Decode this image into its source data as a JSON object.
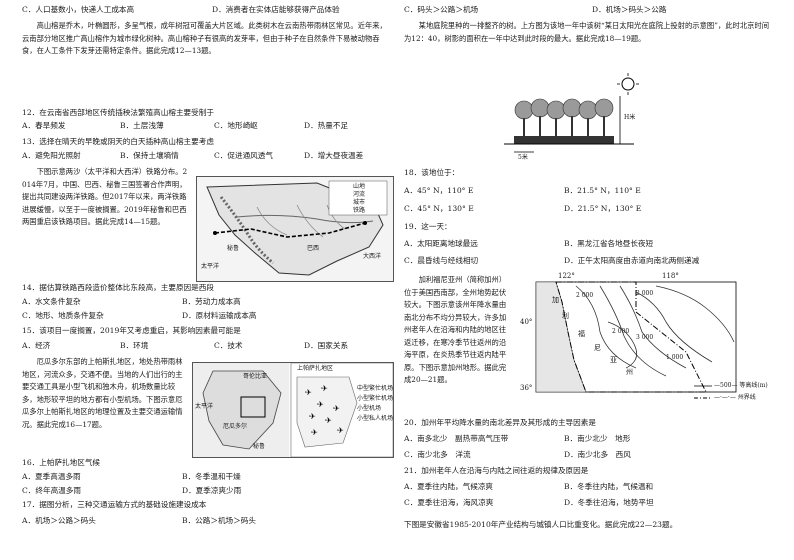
{
  "left": {
    "opts_top": {
      "c": "C．人口基数小，快递人工成本高",
      "d": "D．消费者在实体店能够获得产品体验"
    },
    "intro1": "高山榕是乔木，叶椭圆形，多呈气根，成年树冠可覆盖大片区域。此类树木在云南热带雨林区常见。近年来，云南部分地区推广高山榕作为城市绿化树种。高山榕种子有很高的发芽率，但由于种子在自然条件下易被动物吞食，在人工条件下发芽还需特定条件。据此完成12—13题。",
    "q12": {
      "stem": "12．在云南省西部地区传统插秧法繁殖高山榕主要受制于",
      "a": "A．春旱频发",
      "b": "B．土层浅薄",
      "c": "C．地形崎岖",
      "d": "D．热量不足"
    },
    "q13": {
      "stem": "13．选择在晴天的早晚或阴天的白天插种高山榕主要考虑",
      "a": "A．避免阳光照射",
      "b": "B．保持土壤墒情",
      "c": "C．促进通风透气",
      "d": "D．增大昼夜温差"
    },
    "intro2": "下图示意两沙（太平洋和大西洋）铁路分布。2014年7月，中国、巴西、秘鲁三国签署合作声明，提出共同建设两洋铁路。但2017年以来，两洋铁路进展缓慢，以至于一度被搁置。2019年秘鲁和巴西两国重启该铁路项目。据此完成14—15题。",
    "fig1": {
      "legend": [
        "山地",
        "河流",
        "城市",
        "铁路"
      ],
      "labels": [
        "太平洋",
        "大西洋",
        "秘鲁",
        "巴西"
      ]
    },
    "q14": {
      "stem": "14．据估算铁路西段造价整体比东段高，主要原因是西段",
      "a": "A．水文条件复杂",
      "b": "B．劳动力成本高",
      "c": "C．地形、地质条件复杂",
      "d": "D．原材料运输成本高"
    },
    "q15": {
      "stem": "15．该项目一度搁置，2019年又考虑重启，其影响因素最可能是",
      "a": "A．经济",
      "b": "B．环境",
      "c": "C．技术",
      "d": "D．国家关系"
    },
    "intro3": "厄瓜多尔东部的上帕斯扎地区，地处热带雨林地区，河流众多，交通不便。当地的人们出行的主要交通工具是小型飞机和独木舟，机场数量比较多，地形较平坦的地方都有小型机场。下图示意厄瓜多尔上帕斯扎地区的地理位置及主要交通运输情况。据此完成16—17题。",
    "fig2": {
      "title": "上帕萨扎地区",
      "legend": [
        "中型繁忙机场",
        "小型繁忙机场",
        "小型机场",
        "小型私人机场"
      ],
      "labels": [
        "太平洋",
        "厄瓜多尔",
        "哥伦比亚",
        "秘鲁"
      ]
    },
    "q16": {
      "stem": "16．上帕萨扎地区气候",
      "a": "A．夏季高温多雨",
      "b": "B．冬季温和干燥",
      "c": "C．终年高温多雨",
      "d": "D．夏季凉爽少雨"
    },
    "q17": {
      "stem": "17．据图分析，三种交通运输方式的基础设施建设成本",
      "a": "A．机场＞公路＞码头",
      "b": "B．公路＞机场＞码头"
    }
  },
  "right": {
    "q17cd": {
      "c": "C．码头＞公路＞机场",
      "d": "D．机场＞码头＞公路"
    },
    "intro4": "某地庭院里种的一排整齐的树。上方图为该地一年中该树“某日太阳光在庭院上投射的示意图”，此时北京时间为12：40，树影的面积在一年中达到此时段的最大。据此完成18—19题。",
    "fig3": {
      "label_h": "H米",
      "label_w": "5米"
    },
    "q18": {
      "stem": "18．该地位于：",
      "a": "A．45° N，110° E",
      "b": "B．21.5° N，110° E",
      "c": "C．45° N，130° E",
      "d": "D．21.5° N，130° E"
    },
    "q19": {
      "stem": "19．这一天：",
      "a": "A．太阳距离地球最远",
      "b": "B．黑龙江省各地昼长夜短",
      "c": "C．晨昏线与经线相切",
      "d": "D．正午太阳高度由赤道向南北两侧递减"
    },
    "intro5": "加利福尼亚州（简称加州）位于美国西南部，全州地势起伏较大。下图示意该州年降水量由南北分布不均分异较大，许多加州老年人在沿海和内陆的地区往返迁移，在寒冷季节往返州的沿海平原，在炎热季节往返内陆平原。下图示意加州地形。据此完成20—21题。",
    "fig4": {
      "lon1": "122°",
      "lon2": "118°",
      "lat1": "40°",
      "lat2": "36°",
      "place1": "加",
      "place2": "利",
      "place3": "福",
      "place4": "尼",
      "place5": "亚",
      "place6": "州",
      "c1": "2 000",
      "c2": "2 000",
      "c3": "2 000",
      "c4": "3 000",
      "c5": "1 000",
      "legend1": "—500— 等高线(m)",
      "legend2": "—·—·— 州界线"
    },
    "q20": {
      "stem": "20．加州年平均降水量的南北差异及其形成的主导因素是",
      "a": "A．南多北少　副热带高气压带",
      "b": "B．南少北少　地形",
      "c": "C．南少北多　洋流",
      "d": "D．南少北多　西风"
    },
    "q21": {
      "stem": "21．加州老年人在沿海与内陆之间往返的规律及原因是",
      "a": "A．夏季往内陆，气候凉爽",
      "b": "B．冬季往内陆，气候温和",
      "c": "C．夏季往沿海，海风凉爽",
      "d": "D．冬季往沿海，地势平坦"
    },
    "outro": "下图是安徽省1985-2010年产业结构与城镇人口比重变化。据此完成22—23题。"
  }
}
